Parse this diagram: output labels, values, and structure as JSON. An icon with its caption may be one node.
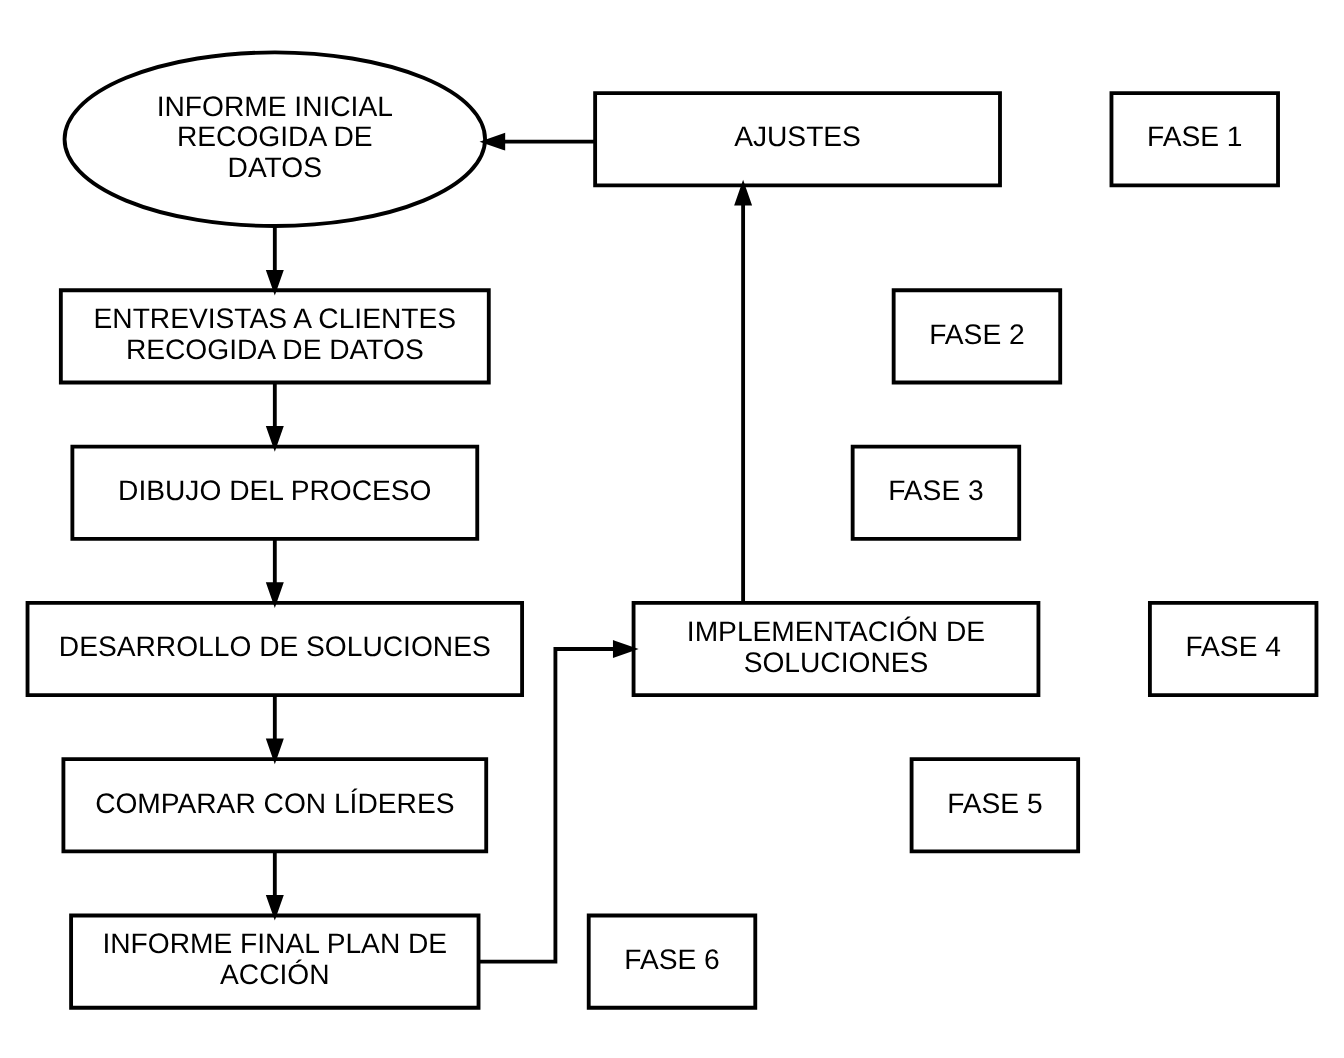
{
  "diagram": {
    "nodes": [
      {
        "text": [
          "INFORME INICIAL RECOGIDA DE DATOS"
        ]
      },
      {
        "text": [
          "ENTREVISTAS A CLIENTES RECOGIDA DE DATOS"
        ]
      },
      {
        "text": [
          "DIBUJO DEL PROCESO"
        ]
      },
      {
        "text": [
          "DESARROLLO DE SOLUCIONES"
        ]
      },
      {
        "text": [
          "COMPARAR CON LÍDERES"
        ]
      },
      {
        "text": [
          "INFORME FINAL PLAN DE ACCIÓN"
        ]
      },
      {
        "text": [
          "IMPLEMENTACIÓN DE SOLUCIONES"
        ]
      },
      {
        "text": [
          "AJUSTES"
        ]
      },
      {
        "text": [
          "FASE 1"
        ]
      },
      {
        "text": [
          "FASE 2"
        ]
      },
      {
        "text": [
          "FASE 3"
        ]
      },
      {
        "text": [
          "FASE 4"
        ]
      },
      {
        "text": [
          "FASE 5"
        ]
      },
      {
        "text": [
          "FASE 6"
        ]
      }
    ],
    "edges": [
      {
        "from": 0,
        "to": 1,
        "arrow": "to"
      },
      {
        "from": 1,
        "to": 2,
        "arrow": "to"
      },
      {
        "from": 2,
        "to": 3,
        "arrow": "to"
      },
      {
        "from": 3,
        "to": 4,
        "arrow": "to"
      },
      {
        "from": 4,
        "to": 5,
        "arrow": "to"
      },
      {
        "from": 5,
        "to": 6,
        "arrow": "to"
      },
      {
        "from": 6,
        "to": 7,
        "arrow": "to"
      },
      {
        "from": 7,
        "to": 0,
        "arrow": "to"
      }
    ]
  }
}
